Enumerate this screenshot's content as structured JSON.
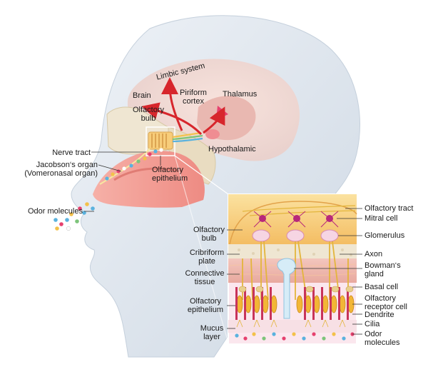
{
  "head_labels": {
    "limbic_system": "Limbic system",
    "brain": "Brain",
    "piriform_cortex": [
      "Piriform",
      "cortex"
    ],
    "thalamus": "Thalamus",
    "olfactory_bulb": [
      "Olfactory",
      "bulb"
    ],
    "hypothalamic": "Hypothalamic",
    "nerve_tract": "Nerve tract",
    "jacobsons_organ": [
      "Jacobson‘s organ",
      "(Vomeronasal organ)"
    ],
    "olfactory_epithelium": [
      "Olfactory",
      "epithelium"
    ],
    "odor_molecules": "Odor molecules"
  },
  "detail_labels_left": {
    "olfactory_bulb": [
      "Olfactory",
      "bulb"
    ],
    "cribriform_plate": [
      "Cribriform",
      "plate"
    ],
    "connective_tissue": [
      "Connective",
      "tissue"
    ],
    "olfactory_epithelium": [
      "Olfactory",
      "epithelium"
    ],
    "mucus_layer": [
      "Mucus",
      "layer"
    ]
  },
  "detail_labels_right": {
    "olfactory_tract": "Olfactory tract",
    "mitral_cell": "Mitral cell",
    "glomerulus": "Glomerulus",
    "axon": "Axon",
    "bowmans_gland": [
      "Bowman‘s",
      "gland"
    ],
    "basal_cell": "Basal cell",
    "olfactory_receptor_cell": [
      "Olfactory",
      "receptor cell"
    ],
    "dendrite": "Dendrite",
    "cilia": "Cilia",
    "odor_molecules": [
      "Odor",
      "molecules"
    ]
  },
  "colors": {
    "skin": "#dfe7ef",
    "brain": "#f3d3cb",
    "nasal_cavity": "#f4a39a",
    "bone": "#efe6d2",
    "bulb": "#f7cd7a",
    "neuron": "#b8287a",
    "axon": "#e3b53c",
    "arrow": "#d7262c"
  }
}
